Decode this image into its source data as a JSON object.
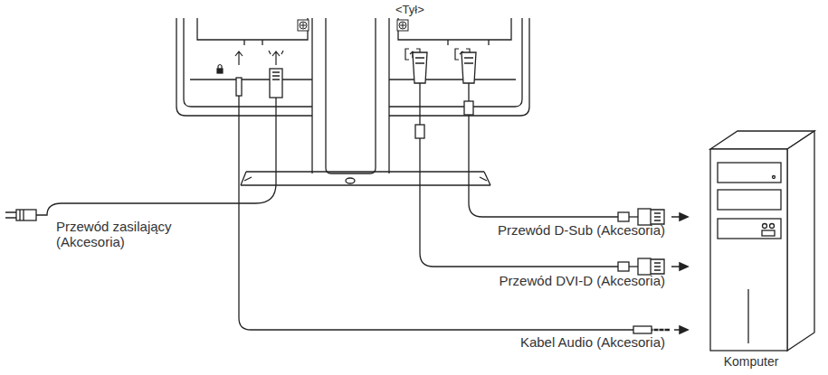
{
  "diagram": {
    "title": "<Tył>",
    "nodes": [
      {
        "text": [
          "Komputer"
        ]
      }
    ],
    "labels": [
      "Przewód zasilający (Akcesoria)",
      "Przewód D-Sub (Akcesoria)",
      "Przewód DVI-D (Akcesoria)",
      "Kabel Audio (Akcesoria)"
    ]
  }
}
